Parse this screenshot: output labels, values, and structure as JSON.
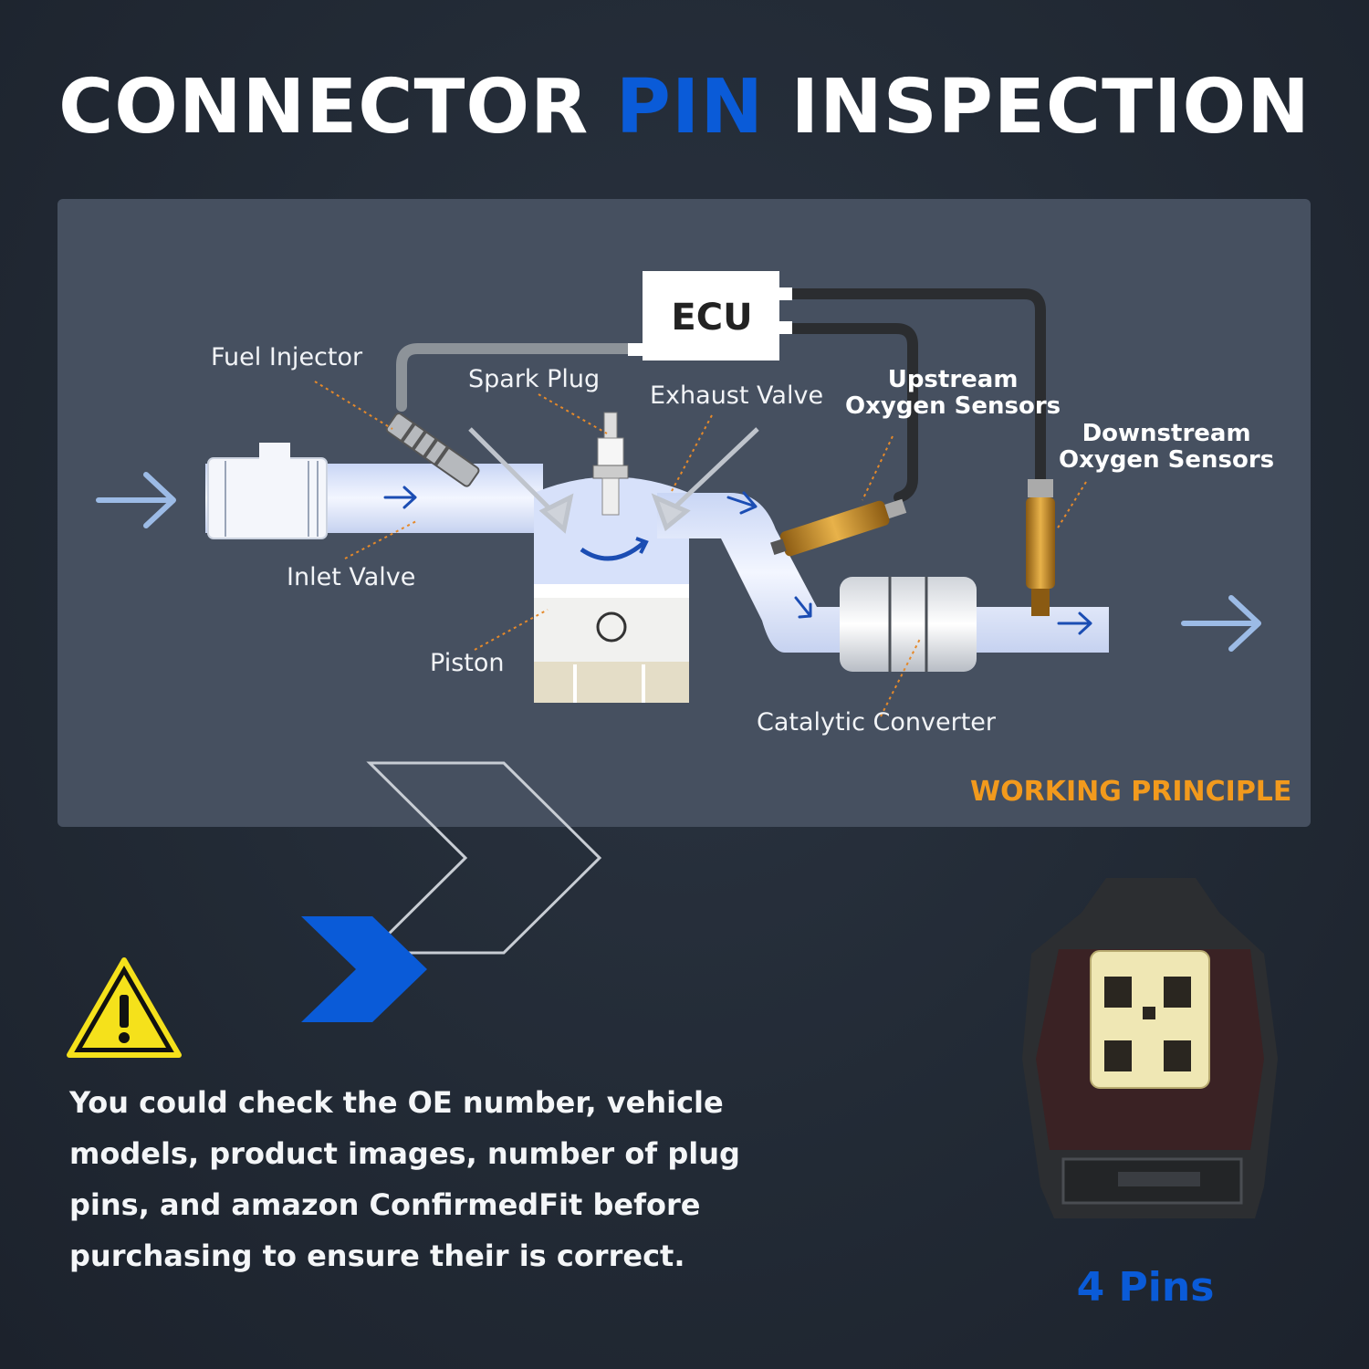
{
  "title": {
    "part1": "CONNECTOR ",
    "highlight": "PIN",
    "part2": " INSPECTION"
  },
  "diagram": {
    "ecu": "ECU",
    "fuel_injector": "Fuel Injector",
    "spark_plug": "Spark Plug",
    "exhaust_valve": "Exhaust Valve",
    "upstream": "Upstream\nOxygen Sensors",
    "downstream": "Downstream\nOxygen Sensors",
    "inlet_valve": "Inlet Valve",
    "piston": "Piston",
    "catalytic_converter": "Catalytic Converter",
    "caption": "WORKING PRINCIPLE"
  },
  "note": "You could check the OE number, vehicle models, product images, number of plug pins, and amazon ConfirmedFit before purchasing to ensure their is correct.",
  "connector": {
    "pins_label": "4 Pins"
  },
  "icons": {
    "warning": "warning-triangle-icon",
    "chevron": "chevron-right-icon"
  },
  "colors": {
    "accent_blue": "#0a5bd8",
    "accent_orange": "#f29a1d",
    "warning_yellow": "#f5e11b"
  }
}
